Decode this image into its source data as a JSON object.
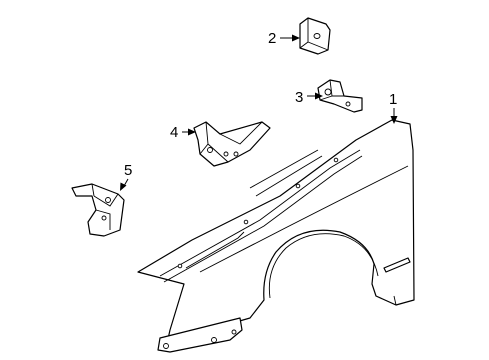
{
  "callouts": [
    {
      "id": "1",
      "label": "1",
      "part": "front-fender"
    },
    {
      "id": "2",
      "label": "2",
      "part": "upper-bracket"
    },
    {
      "id": "3",
      "label": "3",
      "part": "fender-mount-bracket"
    },
    {
      "id": "4",
      "label": "4",
      "part": "front-support-bracket"
    },
    {
      "id": "5",
      "label": "5",
      "part": "lower-support-bracket"
    }
  ]
}
